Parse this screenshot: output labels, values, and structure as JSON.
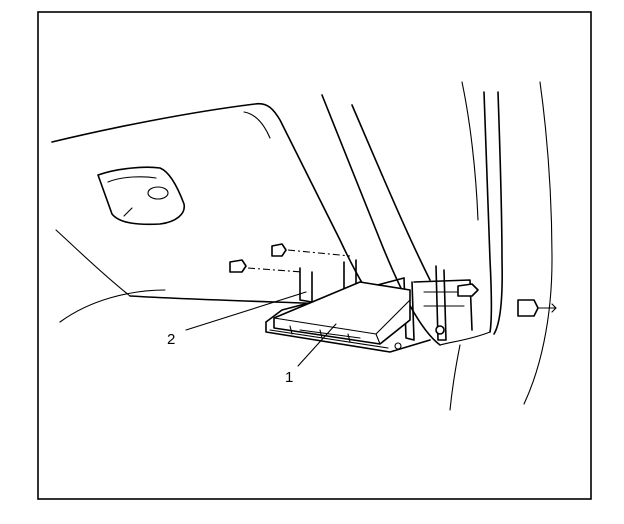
{
  "diagram": {
    "callouts": [
      {
        "id": "1",
        "label": "1",
        "target": "electronic-control-module"
      },
      {
        "id": "2",
        "label": "2",
        "target": "mounting-bracket"
      }
    ]
  }
}
